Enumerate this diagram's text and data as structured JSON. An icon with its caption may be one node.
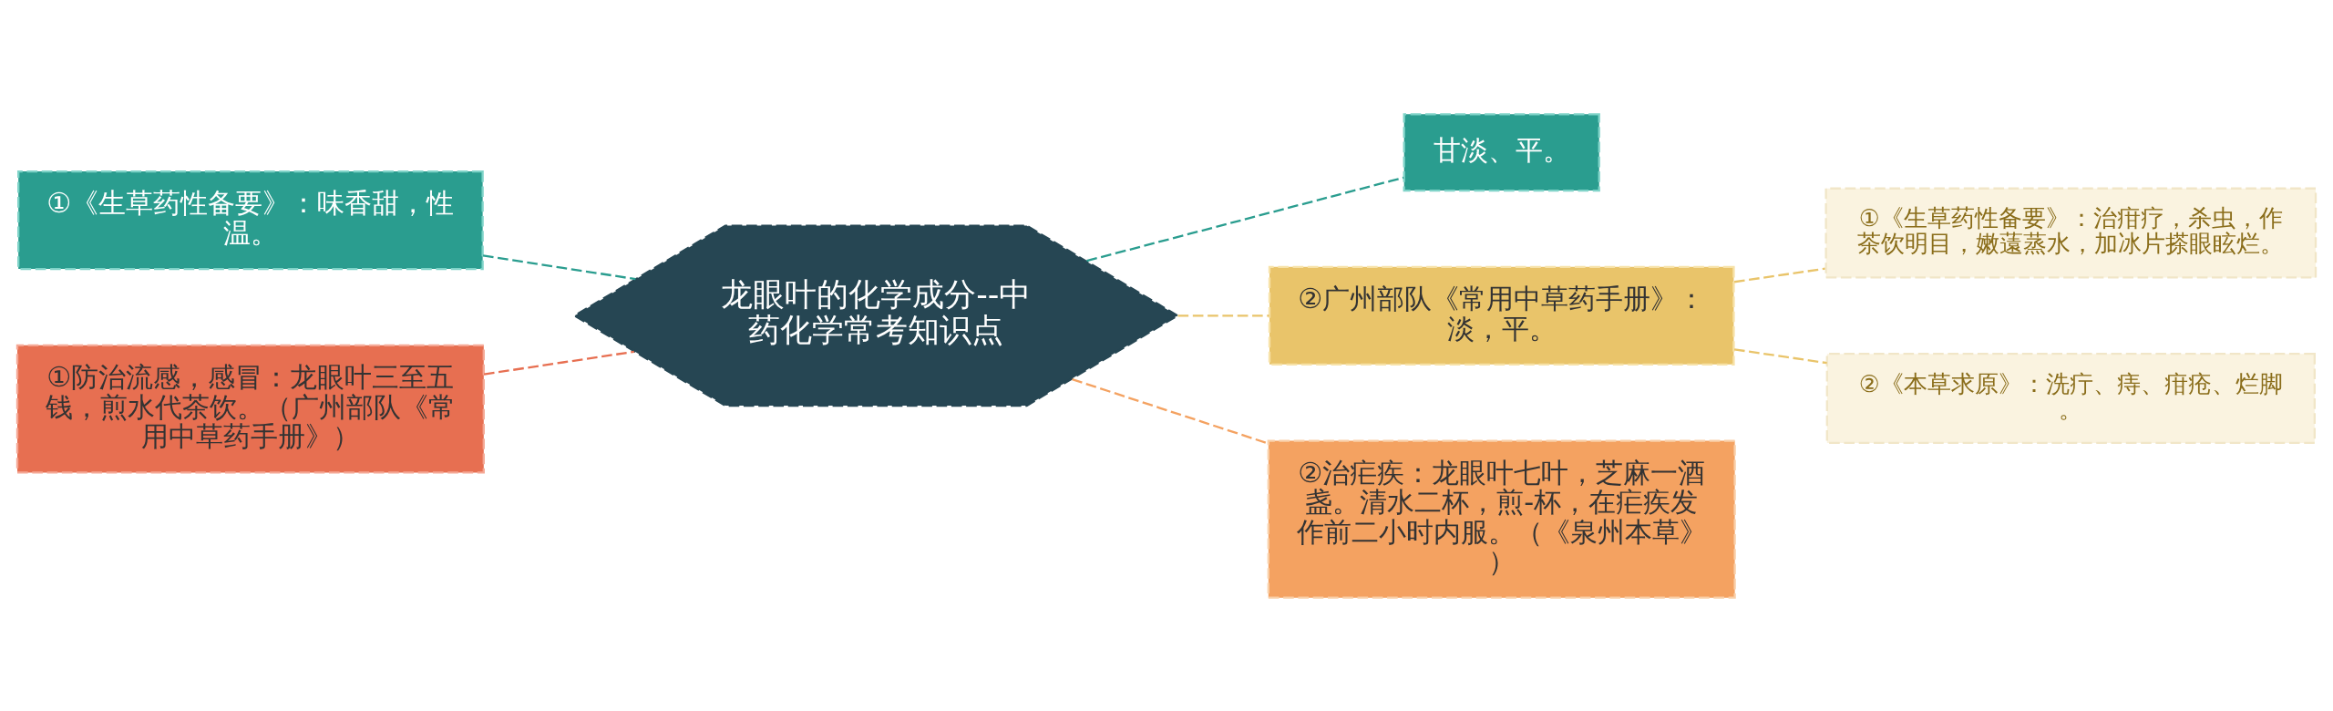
{
  "diagram": {
    "nodes": [
      {
        "text": [
          "龙眼叶的化学成分--中药化学常考知识点"
        ]
      },
      {
        "text": [
          "①《生草药性备要》：味香甜，性温。"
        ]
      },
      {
        "text": [
          "①防治流感，感冒：龙眼叶三至五钱，煎水代茶饮。（广州部队《常用中草药手册》）"
        ]
      },
      {
        "text": [
          "甘淡、平。"
        ]
      },
      {
        "text": [
          "②广州部队《常用中草药手册》：淡，平。"
        ]
      },
      {
        "text": [
          "②治疟疾：龙眼叶七叶，芝麻一酒盏。清水二杯，煎-杯，在疟疾发作前二小时内服。（《泉州本草》）"
        ]
      },
      {
        "text": [
          "①《生草药性备要》：治疳疗，杀虫，作茶饮明目，嫩薳蒸水，加冰片搽眼眩烂。"
        ]
      },
      {
        "text": [
          "②《本草求原》：洗疔、痔、疳疮、烂脚。"
        ]
      }
    ],
    "edges": [
      {
        "from": 1,
        "to": 0,
        "arrow": "none",
        "style": "dashed",
        "color": "#2a9d8f"
      },
      {
        "from": 2,
        "to": 0,
        "arrow": "none",
        "style": "dashed",
        "color": "#e76f51"
      },
      {
        "from": 0,
        "to": 3,
        "arrow": "none",
        "style": "dashed",
        "color": "#2a9d8f"
      },
      {
        "from": 0,
        "to": 4,
        "arrow": "none",
        "style": "dashed",
        "color": "#e9c46a"
      },
      {
        "from": 0,
        "to": 5,
        "arrow": "none",
        "style": "dashed",
        "color": "#f4a261"
      },
      {
        "from": 4,
        "to": 6,
        "arrow": "none",
        "style": "dashed",
        "color": "#e9c46a"
      },
      {
        "from": 4,
        "to": 7,
        "arrow": "none",
        "style": "dashed",
        "color": "#e9c46a"
      }
    ]
  }
}
